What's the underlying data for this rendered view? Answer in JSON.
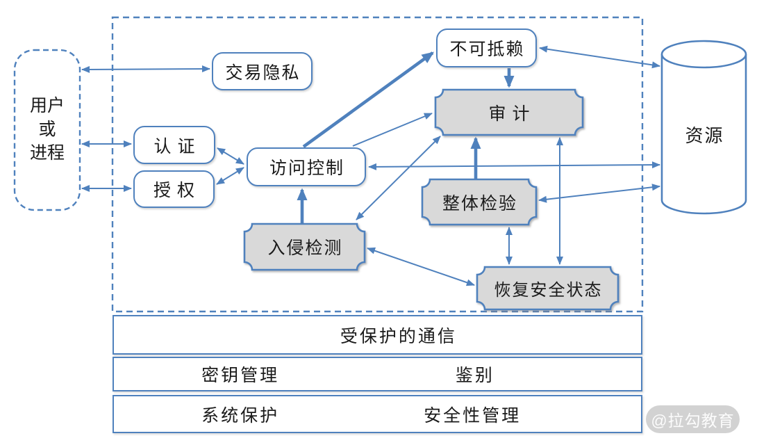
{
  "colors": {
    "accent": "#4f81bd",
    "plaque_fill": "#d9d9d9",
    "box_fill": "#ffffff",
    "text": "#1a1a1a",
    "watermark_bg": "#c3c3c3",
    "watermark_text": "#ffffff"
  },
  "nodes": {
    "user_process": {
      "lines": [
        "用户",
        "或",
        "进程"
      ]
    },
    "transaction_privacy": {
      "label": "交易隐私"
    },
    "authentication": {
      "label": "认证"
    },
    "authorization": {
      "label": "授权"
    },
    "access_control": {
      "label": "访问控制"
    },
    "non_repudiation": {
      "label": "不可抵赖"
    },
    "audit": {
      "label": "审计"
    },
    "integrity_check": {
      "label": "整体检验"
    },
    "intrusion_detection": {
      "label": "入侵检测"
    },
    "restore_security": {
      "label": "恢复安全状态"
    },
    "resource": {
      "label": "资源"
    }
  },
  "layers": {
    "protected_communication": {
      "label": "受保护的通信"
    },
    "key_management": {
      "label": "密钥管理"
    },
    "identification": {
      "label": "鉴别"
    },
    "system_protection": {
      "label": "系统保护"
    },
    "security_management": {
      "label": "安全性管理"
    }
  },
  "watermark": {
    "label": "@拉勾教育"
  },
  "edges": [
    {
      "from": "user_process",
      "to": "transaction_privacy",
      "bidirectional": true,
      "thick": false
    },
    {
      "from": "user_process",
      "to": "authentication",
      "bidirectional": true,
      "thick": false
    },
    {
      "from": "user_process",
      "to": "authorization",
      "bidirectional": true,
      "thick": false
    },
    {
      "from": "authentication",
      "to": "access_control",
      "bidirectional": true,
      "thick": false
    },
    {
      "from": "authorization",
      "to": "access_control",
      "bidirectional": true,
      "thick": false
    },
    {
      "from": "access_control",
      "to": "non_repudiation",
      "bidirectional": false,
      "thick": true
    },
    {
      "from": "access_control",
      "to": "audit",
      "bidirectional": false,
      "thick": false
    },
    {
      "from": "non_repudiation",
      "to": "audit",
      "bidirectional": false,
      "thick": true
    },
    {
      "from": "non_repudiation",
      "to": "resource",
      "bidirectional": true,
      "thick": false
    },
    {
      "from": "access_control",
      "to": "resource",
      "bidirectional": true,
      "thick": false
    },
    {
      "from": "intrusion_detection",
      "to": "access_control",
      "bidirectional": false,
      "thick": true
    },
    {
      "from": "integrity_check",
      "to": "audit",
      "bidirectional": false,
      "thick": true
    },
    {
      "from": "integrity_check",
      "to": "resource",
      "bidirectional": true,
      "thick": false
    },
    {
      "from": "integrity_check",
      "to": "restore_security",
      "bidirectional": true,
      "thick": false
    },
    {
      "from": "audit",
      "to": "restore_security",
      "bidirectional": true,
      "thick": false
    },
    {
      "from": "intrusion_detection",
      "to": "restore_security",
      "bidirectional": true,
      "thick": false
    },
    {
      "from": "intrusion_detection",
      "to": "audit",
      "bidirectional": true,
      "thick": false
    }
  ]
}
